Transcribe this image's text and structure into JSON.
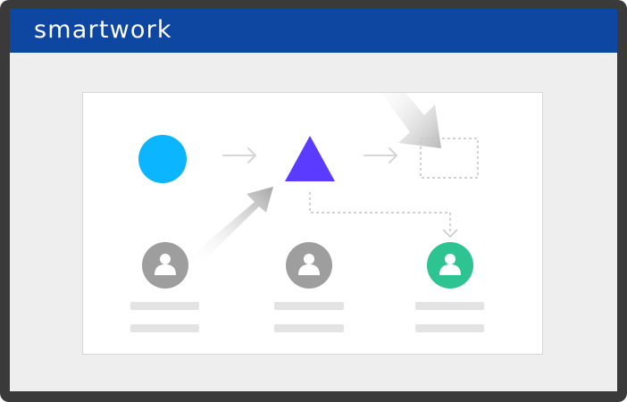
{
  "app": {
    "brand_name": "smartwork"
  },
  "colors": {
    "titlebar": "#0d47a1",
    "frame": "#3a3a3a",
    "background": "#eeeeee",
    "circle": "#0bb5ff",
    "triangle": "#5b3bff",
    "user_default": "#9e9e9e",
    "user_active": "#2ec492",
    "placeholder_line": "#e3e3e3",
    "dotted": "#c4c4c4",
    "small_arrow": "#d6d6d6"
  },
  "workflow": {
    "nodes": [
      {
        "id": "start",
        "shape": "circle"
      },
      {
        "id": "process",
        "shape": "triangle"
      },
      {
        "id": "pending",
        "shape": "dashed-rectangle"
      }
    ],
    "users": [
      {
        "id": "user-1",
        "state": "default",
        "icon": "user-icon"
      },
      {
        "id": "user-2",
        "state": "default",
        "icon": "user-icon"
      },
      {
        "id": "user-3",
        "state": "active",
        "icon": "user-icon"
      }
    ]
  }
}
